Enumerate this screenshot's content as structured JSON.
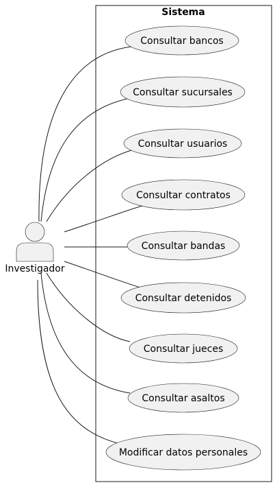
{
  "system": {
    "title": "Sistema"
  },
  "actor": {
    "name": "Investigador"
  },
  "use_cases": [
    {
      "label": "Consultar bancos"
    },
    {
      "label": "Consultar sucursales"
    },
    {
      "label": "Consultar usuarios"
    },
    {
      "label": "Consultar contratos"
    },
    {
      "label": "Consultar bandas"
    },
    {
      "label": "Consultar detenidos"
    },
    {
      "label": "Consultar jueces"
    },
    {
      "label": "Consultar asaltos"
    },
    {
      "label": "Modificar datos personales"
    }
  ],
  "colors": {
    "usecase_fill": "#f1f1f1",
    "usecase_stroke": "#181818",
    "actor_fill": "#f1f1f1",
    "line": "#181818"
  }
}
